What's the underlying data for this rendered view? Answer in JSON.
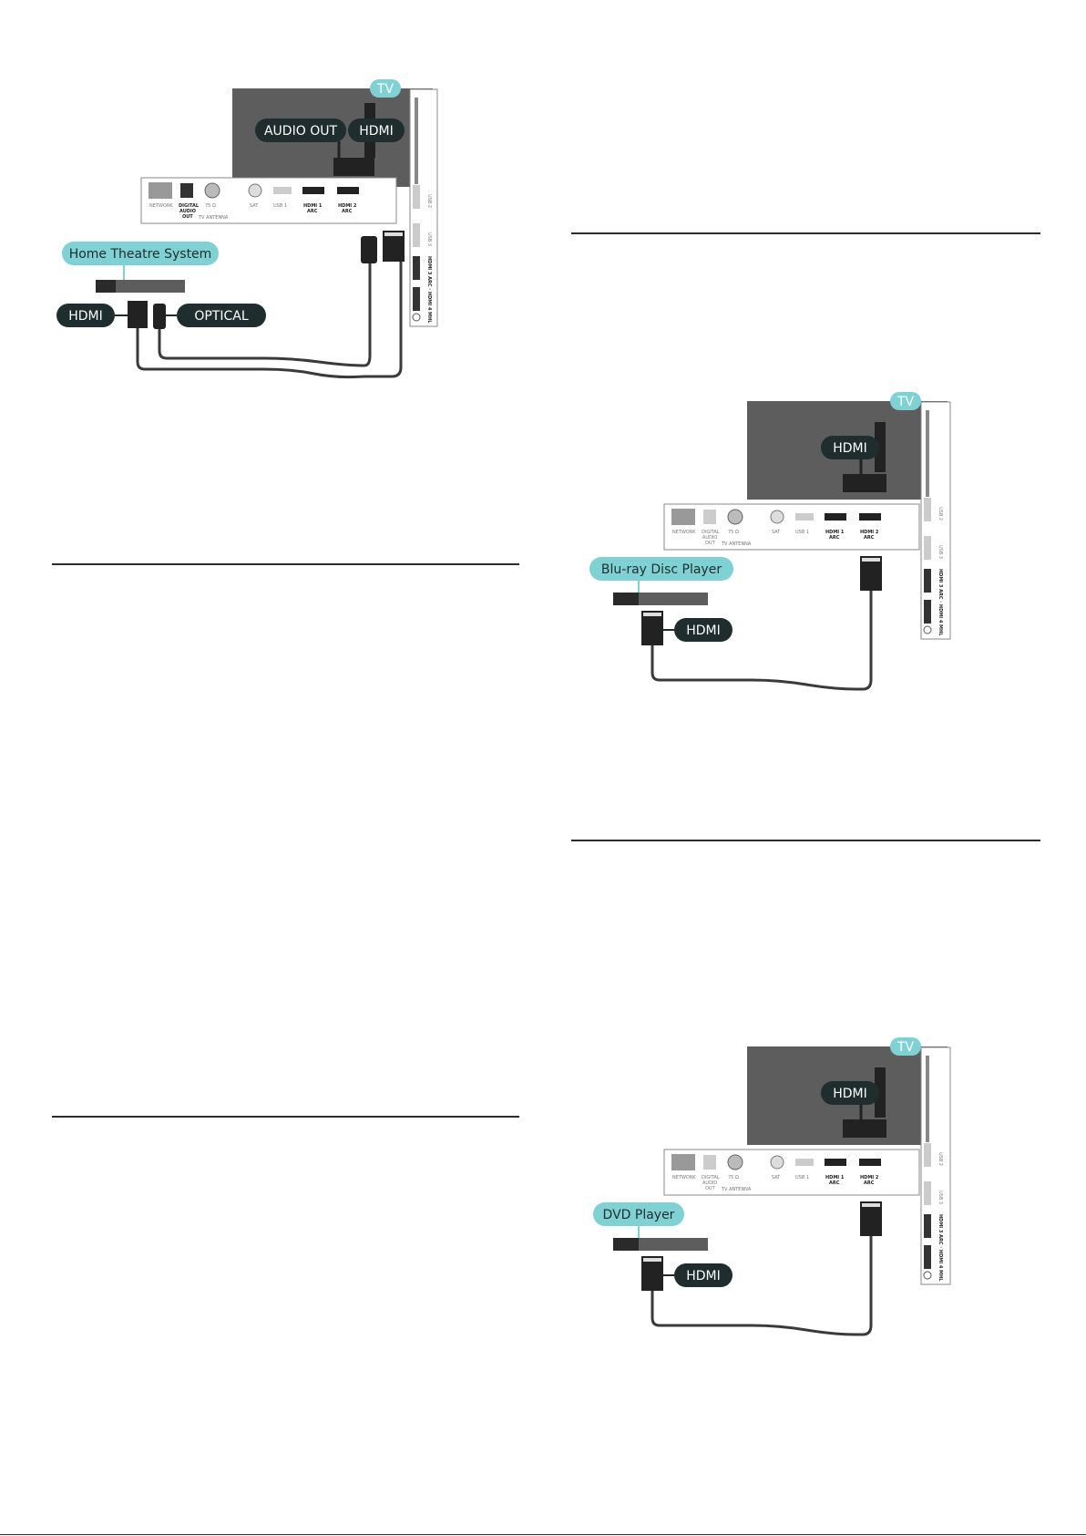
{
  "diagrams": [
    {
      "id": "home-theatre",
      "tv_badge": "TV",
      "tv_labels": [
        "AUDIO OUT",
        "HDMI"
      ],
      "device_label": "Home Theatre System",
      "device_cable_labels": [
        "HDMI",
        "OPTICAL"
      ]
    },
    {
      "id": "bluray",
      "tv_badge": "TV",
      "tv_labels": [
        "HDMI"
      ],
      "device_label": "Blu-ray Disc Player",
      "device_cable_labels": [
        "HDMI"
      ]
    },
    {
      "id": "dvd",
      "tv_badge": "TV",
      "tv_labels": [
        "HDMI"
      ],
      "device_label": "DVD Player",
      "device_cable_labels": [
        "HDMI"
      ]
    }
  ],
  "back_panel_ports": [
    "NETWORK",
    "DIGITAL",
    "AUDIO",
    "OUT",
    "75 Ω",
    "TV ANTENNA",
    "SAT",
    "USB 1",
    "HDMI 1",
    "ARC",
    "HDMI 2",
    "ARC"
  ],
  "side_panel_ports": [
    "USB 2",
    "USB 3",
    "HDMI 3 ARC · HDMI 4 MHL"
  ],
  "icons": {
    "coax": "antenna-connector-icon",
    "network": "ethernet-port-icon"
  },
  "colors": {
    "dark_pill": "#1f2d2e",
    "teal_pill": "#7fd1d4",
    "tv_body": "#5d5d5d",
    "rule": "#2c2c2c"
  }
}
